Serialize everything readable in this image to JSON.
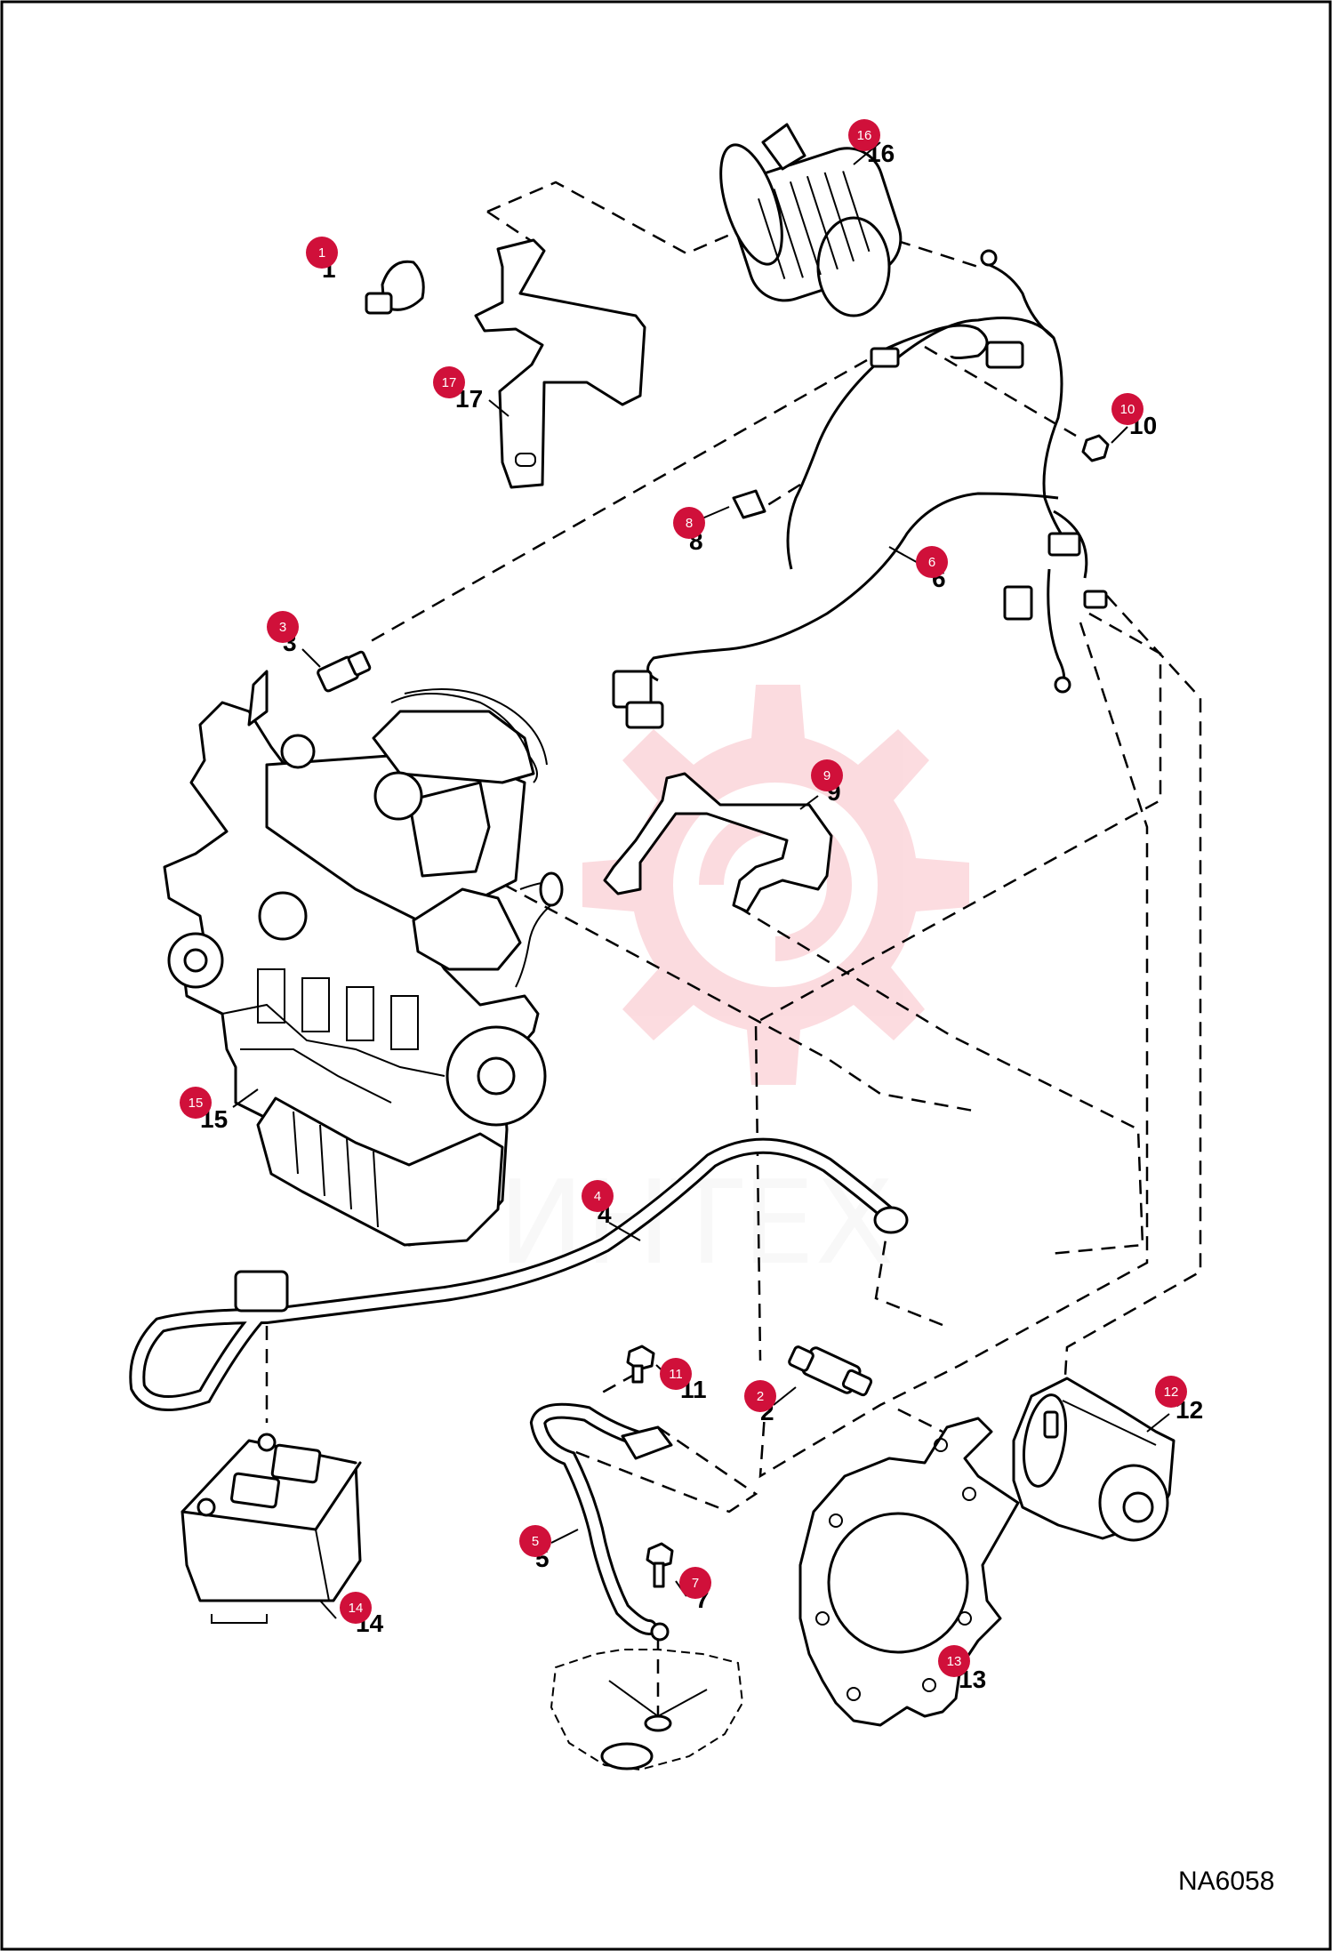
{
  "diagram": {
    "code": "NA6058",
    "watermark": "ИНТЕХ",
    "accent_color": "#d0103a",
    "watermark_color": "#f08080"
  },
  "callouts": [
    {
      "num": "1",
      "badge": "1"
    },
    {
      "num": "2",
      "badge": "2"
    },
    {
      "num": "3",
      "badge": "3"
    },
    {
      "num": "4",
      "badge": "4"
    },
    {
      "num": "5",
      "badge": "5"
    },
    {
      "num": "6",
      "badge": "6"
    },
    {
      "num": "7",
      "badge": "7"
    },
    {
      "num": "8",
      "badge": "8"
    },
    {
      "num": "9",
      "badge": "9"
    },
    {
      "num": "10",
      "badge": "10"
    },
    {
      "num": "11",
      "badge": "11"
    },
    {
      "num": "12",
      "badge": "12"
    },
    {
      "num": "13",
      "badge": "13"
    },
    {
      "num": "14",
      "badge": "14"
    },
    {
      "num": "15",
      "badge": "15"
    },
    {
      "num": "16",
      "badge": "16"
    },
    {
      "num": "17",
      "badge": "17"
    }
  ]
}
